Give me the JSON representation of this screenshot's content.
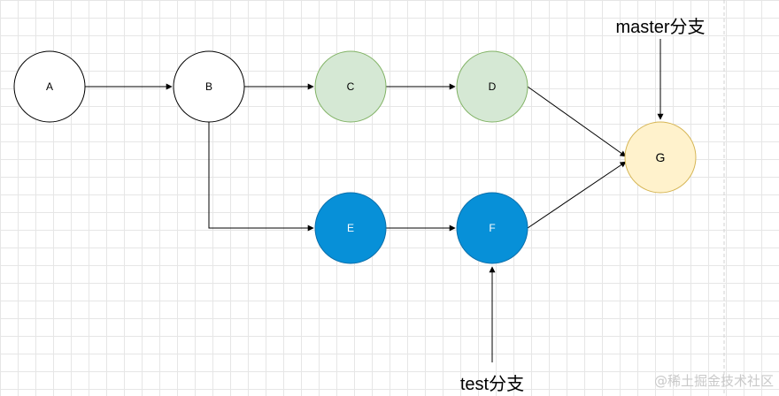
{
  "commits": {
    "A": "A",
    "B": "B",
    "C": "C",
    "D": "D",
    "E": "E",
    "F": "F",
    "G": "G"
  },
  "branches": {
    "master": "master分支",
    "test": "test分支"
  },
  "watermark": "@稀土掘金技术社区",
  "colors": {
    "plain_fill": "#ffffff",
    "plain_stroke": "#000000",
    "master_fill": "#d5e8d4",
    "master_stroke": "#82b366",
    "test_fill": "#0790d8",
    "test_stroke": "#0b6fab",
    "merge_fill": "#fff2cc",
    "merge_stroke": "#d6b656"
  }
}
